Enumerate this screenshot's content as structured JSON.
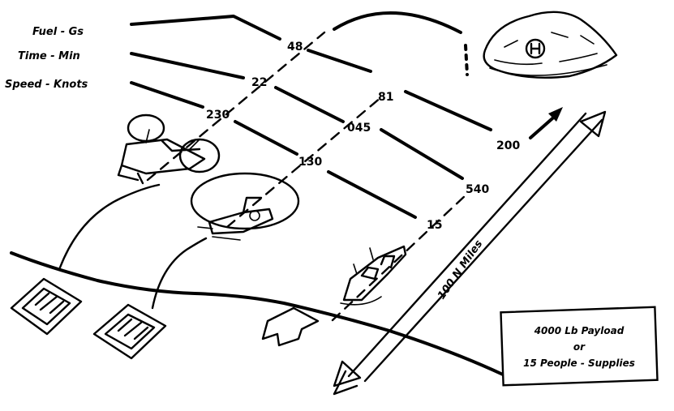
{
  "row_labels": {
    "fuel": "Fuel - Gs",
    "time": "Time - Min",
    "speed": "Speed - Knots"
  },
  "values": {
    "tiltrotor_speed": "230",
    "tiltrotor_time": "22",
    "tiltrotor_fuel": "48",
    "helicopter_speed": "130",
    "helicopter_time": "045",
    "helicopter_fuel": "81",
    "ship_speed": "15",
    "ship_time": "540",
    "ship_fuel": "200"
  },
  "distance_label": "100 N Miles",
  "payload_box": {
    "line1": "4000 Lb Payload",
    "line2": "or",
    "line3": "15 People - Supplies"
  }
}
